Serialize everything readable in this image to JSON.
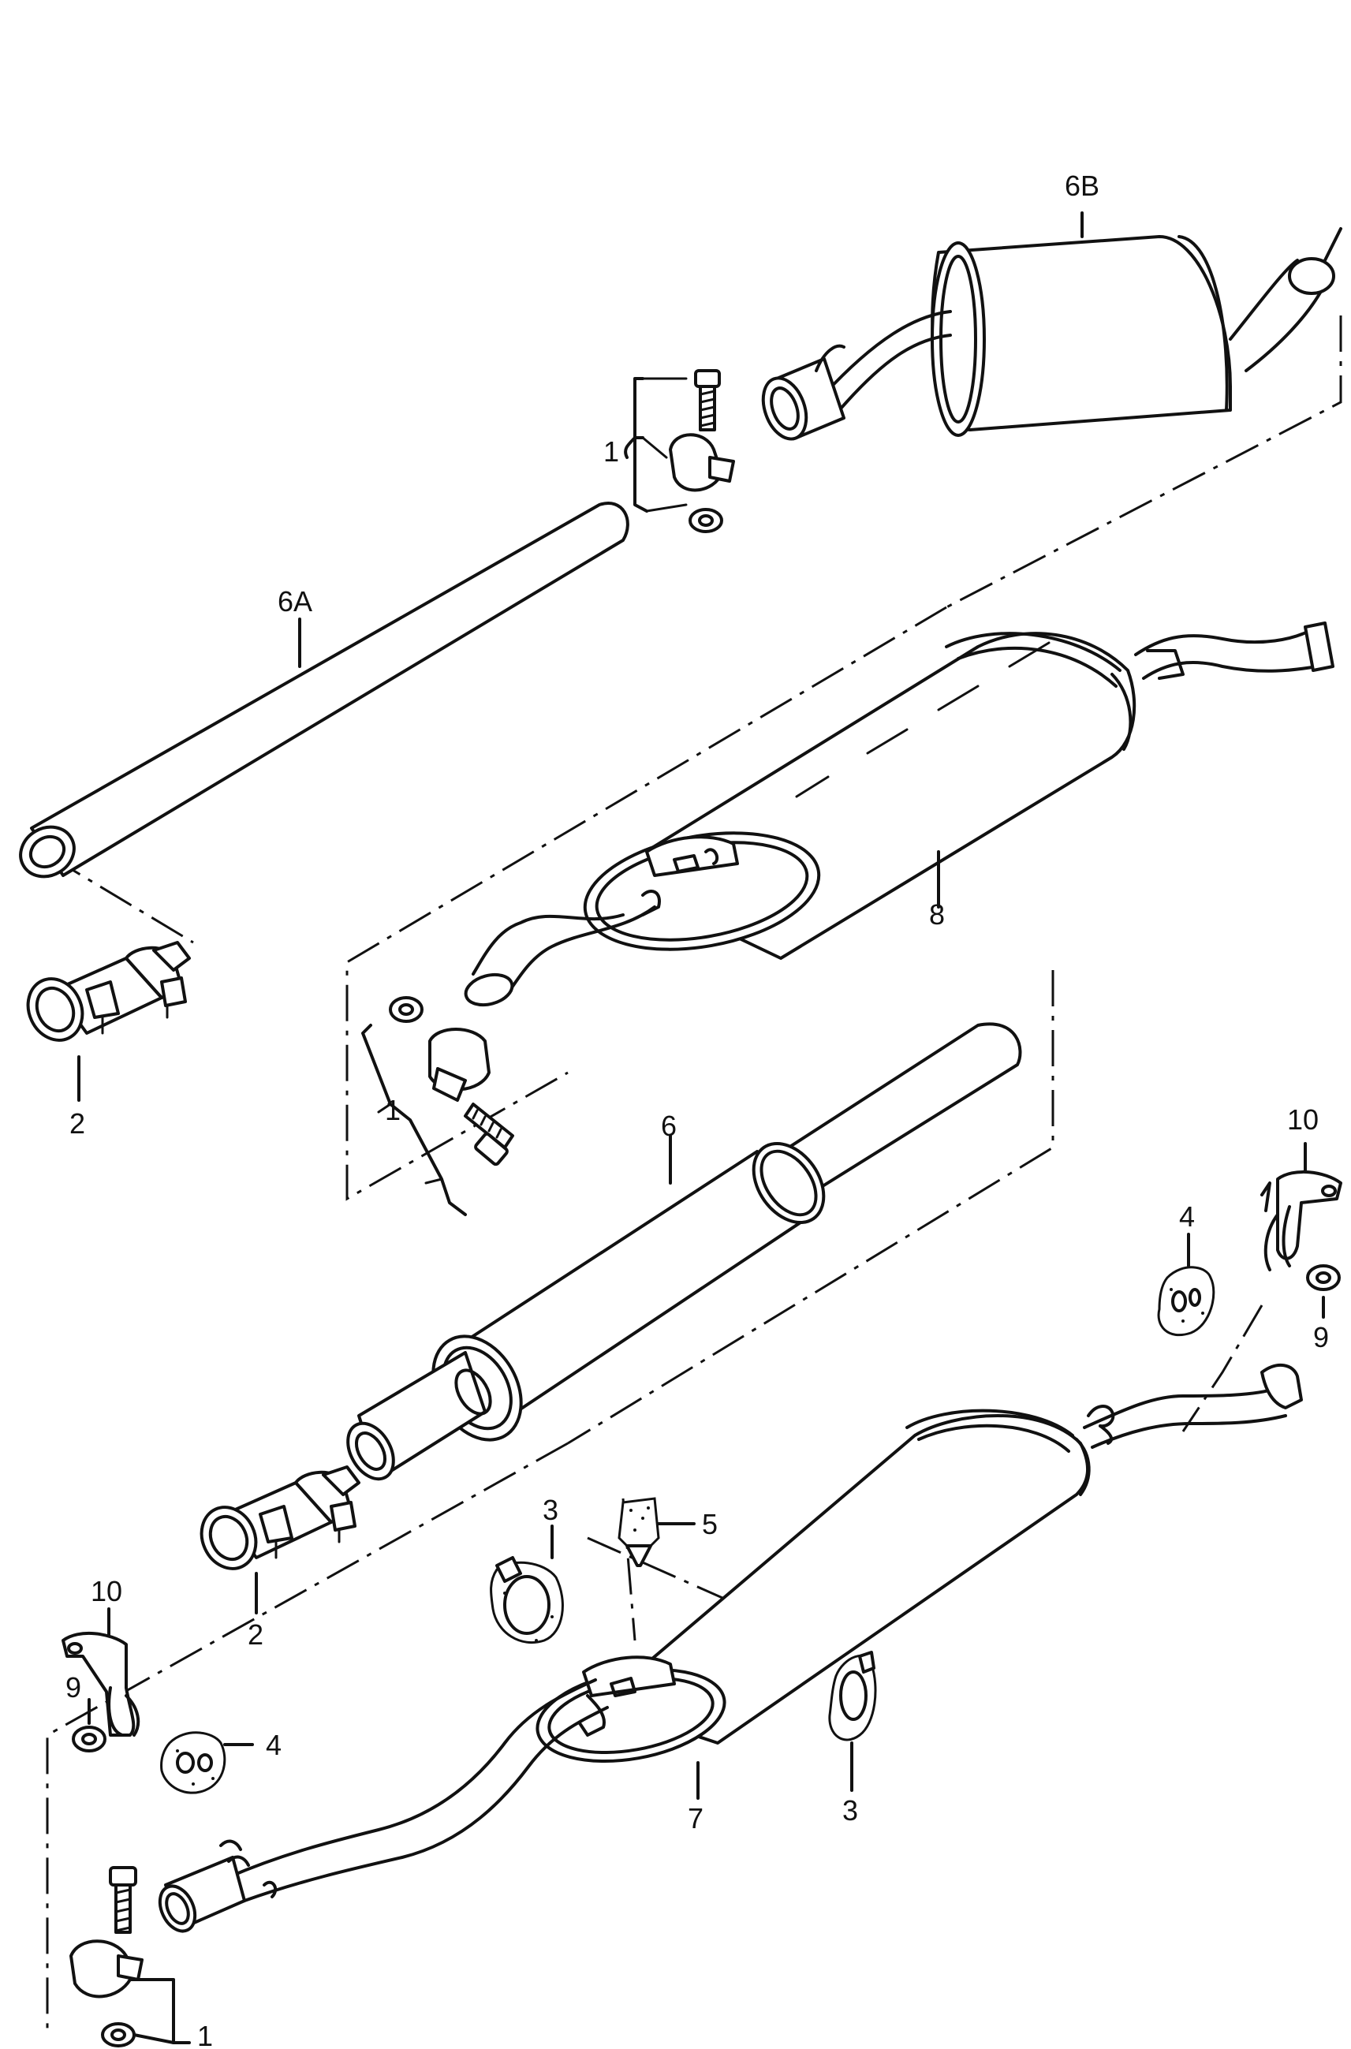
{
  "labels": {
    "l_6B": "6B",
    "l_6A": "6A",
    "l_1_top": "1",
    "l_8": "8",
    "l_1_mid": "1",
    "l_2_left": "2",
    "l_6": "6",
    "l_10_right": "10",
    "l_4_right": "4",
    "l_9_right": "9",
    "l_2_mid": "2",
    "l_5": "5",
    "l_3_upper": "3",
    "l_10_left": "10",
    "l_9_left": "9",
    "l_4_left": "4",
    "l_7": "7",
    "l_3_lower": "3",
    "l_1_bottom": "1"
  }
}
